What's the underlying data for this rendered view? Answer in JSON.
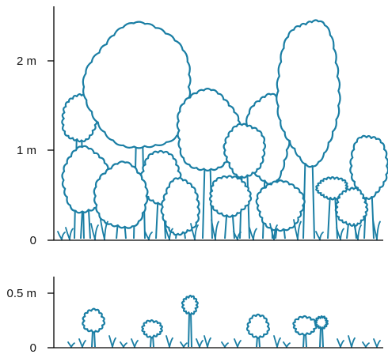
{
  "colors": {
    "plant_stroke": "#1a7ea4",
    "axis": "#000000"
  },
  "top_panel": {
    "y_ticks": [
      {
        "label": "2 m",
        "value": 2
      },
      {
        "label": "1 m",
        "value": 1
      },
      {
        "label": "0",
        "value": 0
      }
    ]
  },
  "bottom_panel": {
    "y_ticks": [
      {
        "label": "0.5 m",
        "value": 0.5
      },
      {
        "label": "0",
        "value": 0
      }
    ]
  }
}
